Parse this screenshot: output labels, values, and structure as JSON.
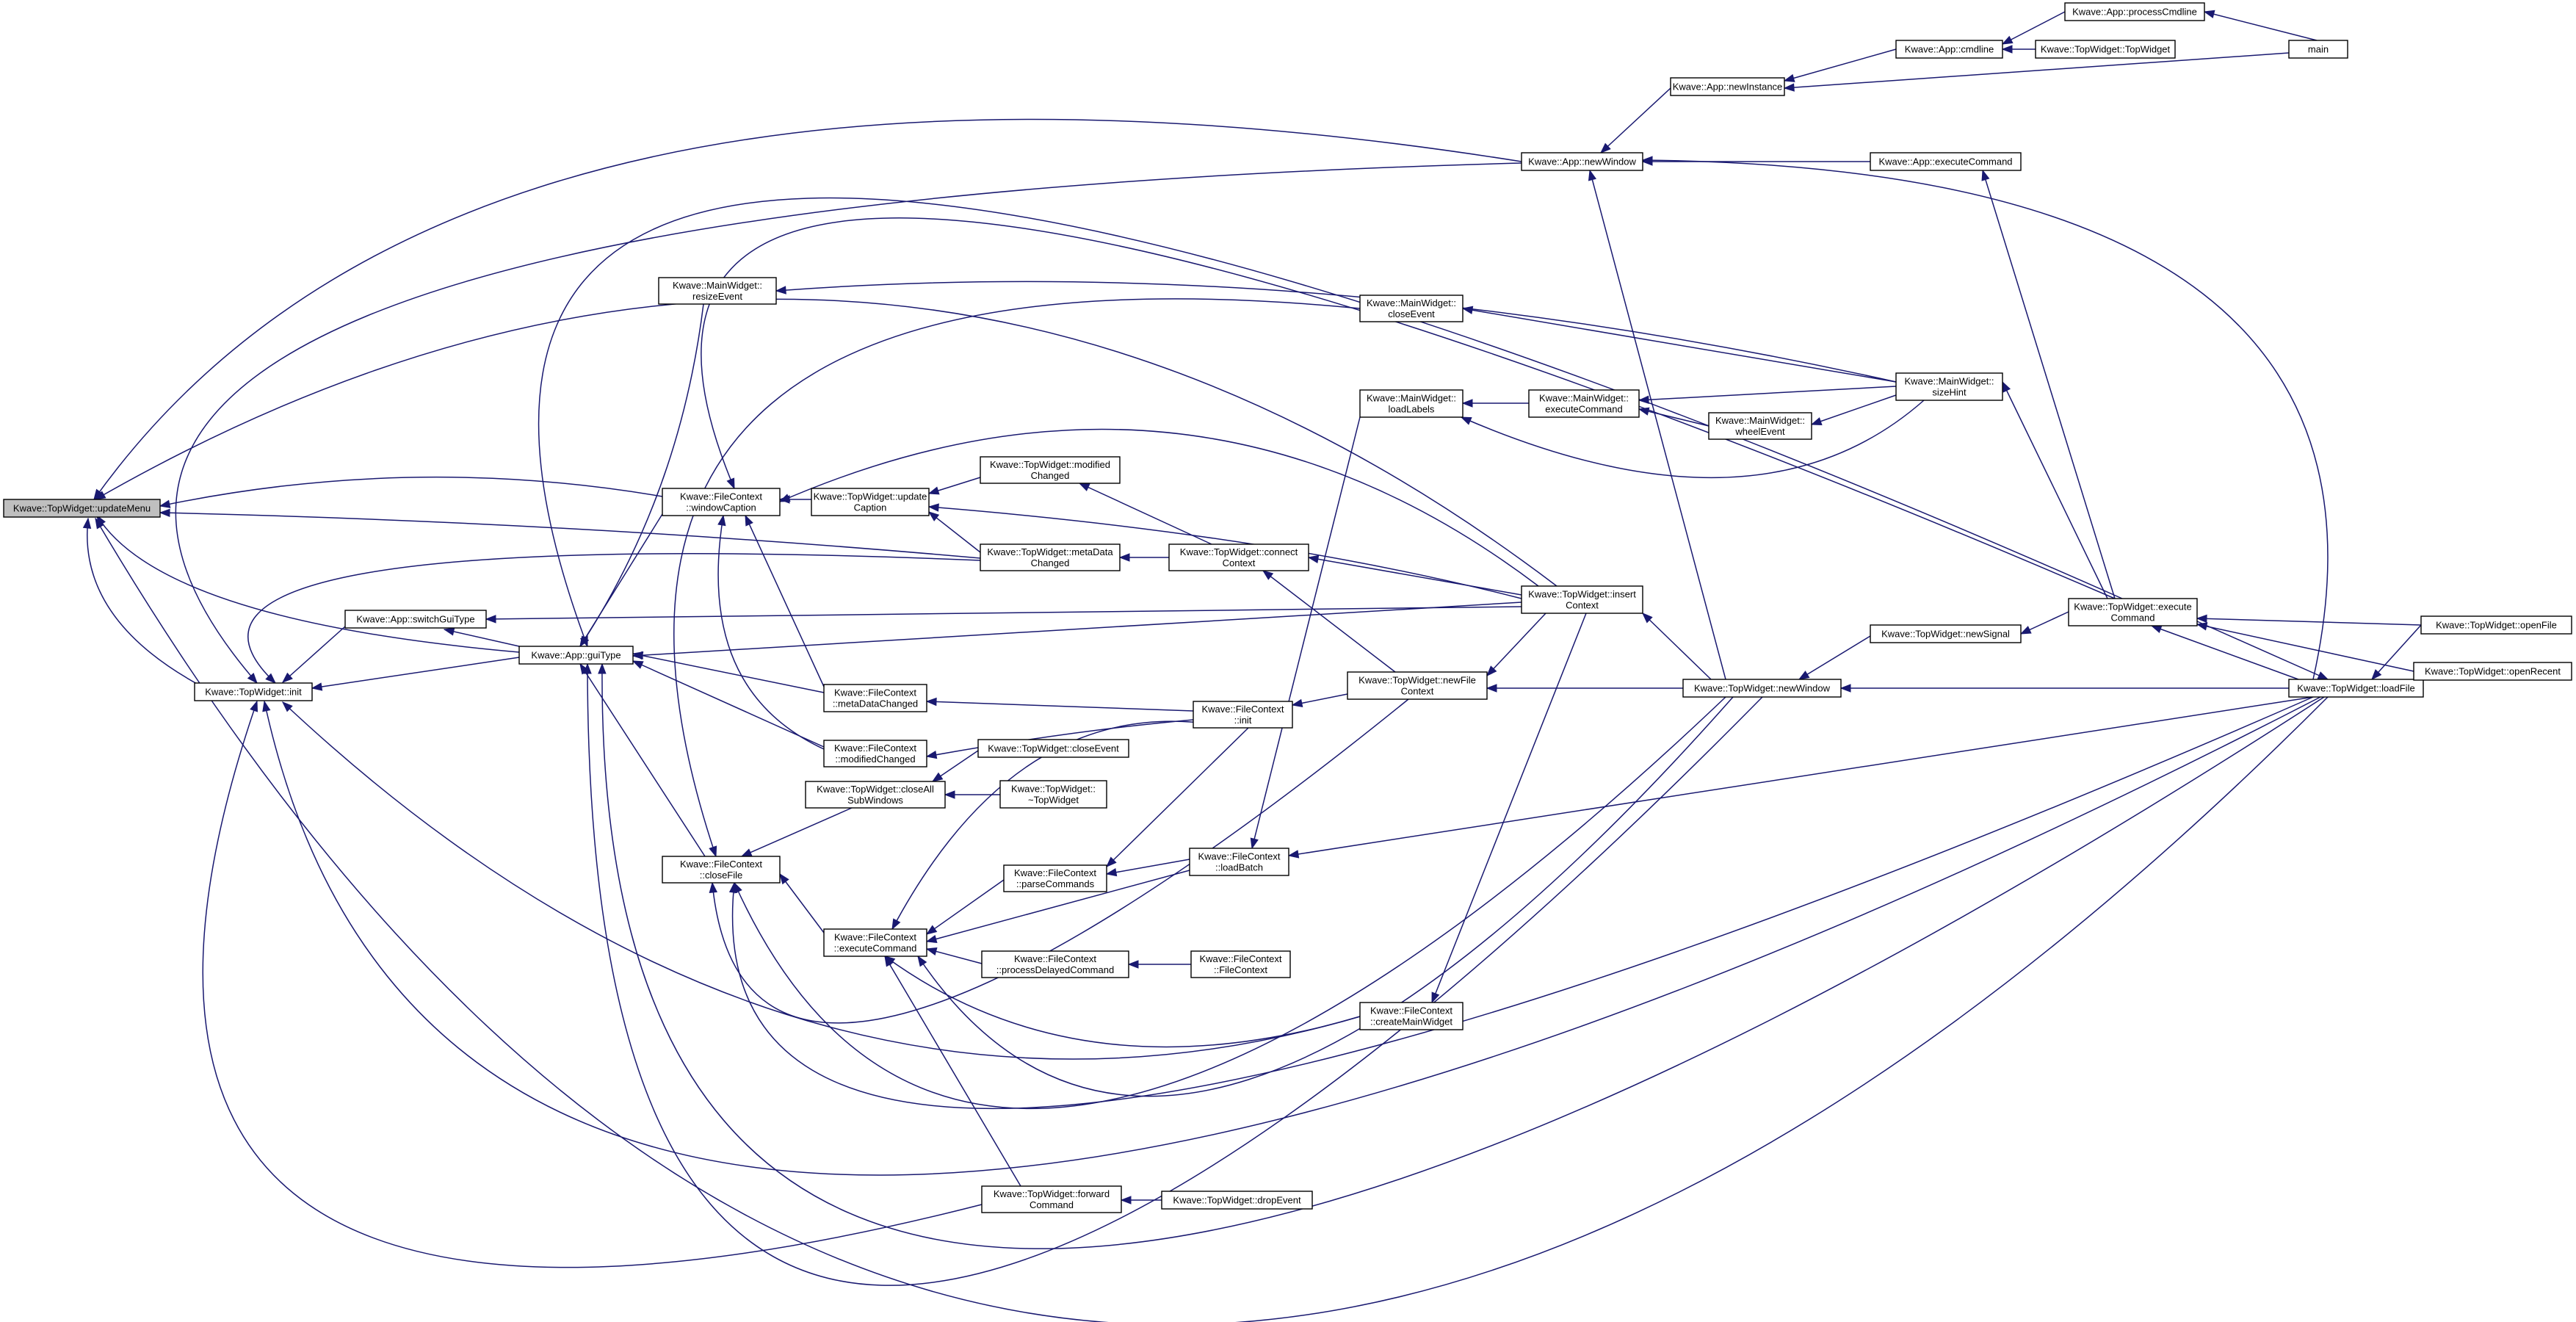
{
  "diagram": {
    "type": "call-graph",
    "colors": {
      "edge": "#191970",
      "node_border": "#000000",
      "node_fill": "#ffffff",
      "highlight_fill": "#bfbfbf"
    },
    "nodes": [
      {
        "id": "updateMenu",
        "lines": [
          "Kwave::TopWidget::updateMenu"
        ],
        "highlight": true
      },
      {
        "id": "twInit",
        "lines": [
          "Kwave::TopWidget::init"
        ]
      },
      {
        "id": "switchGuiType",
        "lines": [
          "Kwave::App::switchGuiType"
        ]
      },
      {
        "id": "guiType",
        "lines": [
          "Kwave::App::guiType"
        ]
      },
      {
        "id": "resizeEvent",
        "lines": [
          "Kwave::MainWidget::",
          "resizeEvent"
        ]
      },
      {
        "id": "windowCaption",
        "lines": [
          "Kwave::FileContext",
          "::windowCaption"
        ]
      },
      {
        "id": "closeFile",
        "lines": [
          "Kwave::FileContext",
          "::closeFile"
        ]
      },
      {
        "id": "updateCaption",
        "lines": [
          "Kwave::TopWidget::update",
          "Caption"
        ]
      },
      {
        "id": "modifiedChangedTW",
        "lines": [
          "Kwave::TopWidget::modified",
          "Changed"
        ]
      },
      {
        "id": "metaDataChangedTW",
        "lines": [
          "Kwave::TopWidget::metaData",
          "Changed"
        ]
      },
      {
        "id": "metaDataChangedFC",
        "lines": [
          "Kwave::FileContext",
          "::metaDataChanged"
        ]
      },
      {
        "id": "modifiedChangedFC",
        "lines": [
          "Kwave::FileContext",
          "::modifiedChanged"
        ]
      },
      {
        "id": "closeAllSubWindows",
        "lines": [
          "Kwave::TopWidget::closeAll",
          "SubWindows"
        ]
      },
      {
        "id": "twCloseEvent",
        "lines": [
          "Kwave::TopWidget::closeEvent"
        ]
      },
      {
        "id": "twDestructor",
        "lines": [
          "Kwave::TopWidget::",
          "~TopWidget"
        ]
      },
      {
        "id": "fcExecuteCommand",
        "lines": [
          "Kwave::FileContext",
          "::executeCommand"
        ]
      },
      {
        "id": "parseCommands",
        "lines": [
          "Kwave::FileContext",
          "::parseCommands"
        ]
      },
      {
        "id": "processDelayedCommand",
        "lines": [
          "Kwave::FileContext",
          "::processDelayedCommand"
        ]
      },
      {
        "id": "fcConstructor",
        "lines": [
          "Kwave::FileContext",
          "::FileContext"
        ]
      },
      {
        "id": "forwardCommand",
        "lines": [
          "Kwave::TopWidget::forward",
          "Command"
        ]
      },
      {
        "id": "dropEvent",
        "lines": [
          "Kwave::TopWidget::dropEvent"
        ]
      },
      {
        "id": "connectContext",
        "lines": [
          "Kwave::TopWidget::connect",
          "Context"
        ]
      },
      {
        "id": "fcInit",
        "lines": [
          "Kwave::FileContext",
          "::init"
        ]
      },
      {
        "id": "loadBatch",
        "lines": [
          "Kwave::FileContext",
          "::loadBatch"
        ]
      },
      {
        "id": "createMainWidget",
        "lines": [
          "Kwave::FileContext",
          "::createMainWidget"
        ]
      },
      {
        "id": "mwCloseEvent",
        "lines": [
          "Kwave::MainWidget::",
          "closeEvent"
        ]
      },
      {
        "id": "loadLabels",
        "lines": [
          "Kwave::MainWidget::",
          "loadLabels"
        ]
      },
      {
        "id": "mwExecuteCommand",
        "lines": [
          "Kwave::MainWidget::",
          "executeCommand"
        ]
      },
      {
        "id": "wheelEvent",
        "lines": [
          "Kwave::MainWidget::",
          "wheelEvent"
        ]
      },
      {
        "id": "newFileContext",
        "lines": [
          "Kwave::TopWidget::newFile",
          "Context"
        ]
      },
      {
        "id": "insertContext",
        "lines": [
          "Kwave::TopWidget::insert",
          "Context"
        ]
      },
      {
        "id": "appNewWindow",
        "lines": [
          "Kwave::App::newWindow"
        ]
      },
      {
        "id": "newInstance",
        "lines": [
          "Kwave::App::newInstance"
        ]
      },
      {
        "id": "cmdline",
        "lines": [
          "Kwave::App::cmdline"
        ]
      },
      {
        "id": "processCmdline",
        "lines": [
          "Kwave::App::processCmdline"
        ]
      },
      {
        "id": "twConstructor",
        "lines": [
          "Kwave::TopWidget::TopWidget"
        ]
      },
      {
        "id": "main",
        "lines": [
          "main"
        ]
      },
      {
        "id": "appExecuteCommand",
        "lines": [
          "Kwave::App::executeCommand"
        ]
      },
      {
        "id": "sizeHint",
        "lines": [
          "Kwave::MainWidget::",
          "sizeHint"
        ]
      },
      {
        "id": "twNewWindow",
        "lines": [
          "Kwave::TopWidget::newWindow"
        ]
      },
      {
        "id": "newSignal",
        "lines": [
          "Kwave::TopWidget::newSignal"
        ]
      },
      {
        "id": "twExecuteCommand",
        "lines": [
          "Kwave::TopWidget::execute",
          "Command"
        ]
      },
      {
        "id": "loadFile",
        "lines": [
          "Kwave::TopWidget::loadFile"
        ]
      },
      {
        "id": "openFile",
        "lines": [
          "Kwave::TopWidget::openFile"
        ]
      },
      {
        "id": "openRecent",
        "lines": [
          "Kwave::TopWidget::openRecent"
        ]
      }
    ]
  }
}
